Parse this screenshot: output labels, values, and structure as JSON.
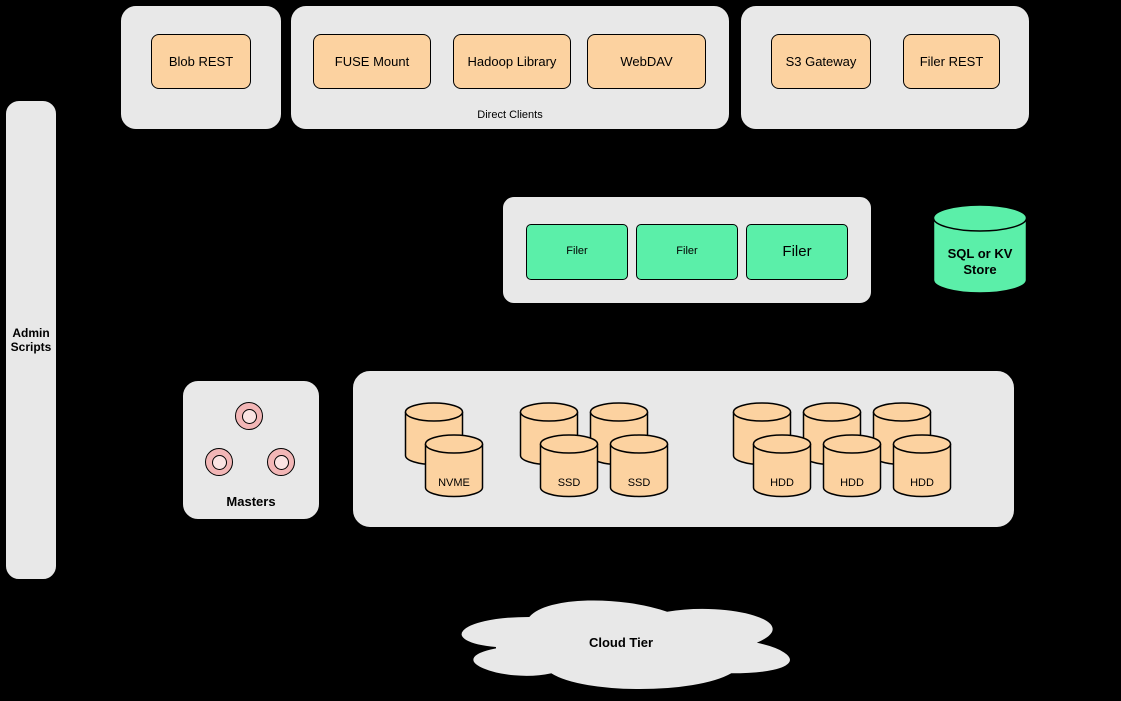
{
  "background": "#000000",
  "palette": {
    "container_gray": "#E8E8E8",
    "client_orange": "#FCD2A0",
    "filer_green": "#5BEFA9",
    "master_pink_outer": "#F2B6B6",
    "master_pink_inner": "#FBE3E2"
  },
  "blob_group": {
    "boxes": [
      {
        "label": "Blob REST"
      }
    ]
  },
  "direct_clients_group": {
    "caption": "Direct Clients",
    "boxes": [
      {
        "label": "FUSE Mount"
      },
      {
        "label": "Hadoop Library"
      },
      {
        "label": "WebDAV"
      }
    ]
  },
  "gateway_group": {
    "boxes": [
      {
        "label": "S3 Gateway"
      },
      {
        "label": "Filer REST"
      }
    ]
  },
  "admin_bar": {
    "label": "Admin\nScripts"
  },
  "filer_group": {
    "boxes": [
      {
        "label": "Filer"
      },
      {
        "label": "Filer"
      },
      {
        "label": "Filer"
      }
    ]
  },
  "sql_store": {
    "label": "SQL or KV\nStore"
  },
  "masters_group": {
    "label": "Masters"
  },
  "volume_group": {
    "nvme_labels": [
      "NVME"
    ],
    "ssd_labels": [
      "SSD",
      "SSD"
    ],
    "hdd_labels": [
      "HDD",
      "HDD",
      "HDD"
    ]
  },
  "cloud": {
    "label": "Cloud Tier"
  }
}
